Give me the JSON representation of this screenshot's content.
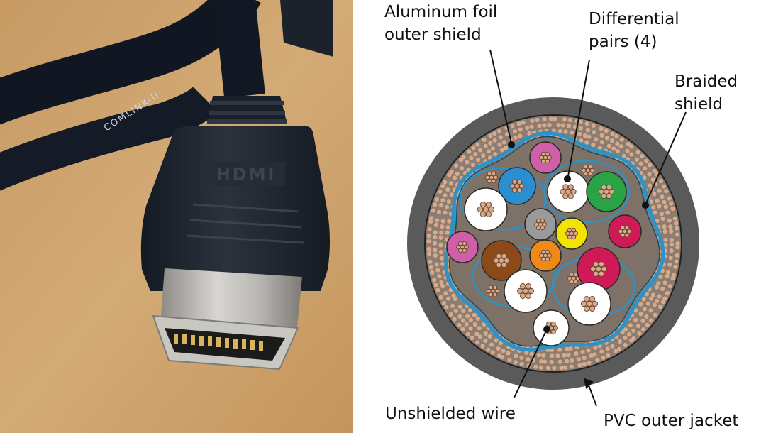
{
  "photo": {
    "connector_logo": "HDMI",
    "cable_print": "COMLINK-II"
  },
  "labels": {
    "foil_line1": "Aluminum foil",
    "foil_line2": "outer shield",
    "diff_line1": "Differential",
    "diff_line2": "pairs (4)",
    "braid_line1": "Braided",
    "braid_line2": "shield",
    "unshielded": "Unshielded wire",
    "jacket": "PVC outer jacket"
  },
  "colors": {
    "jacket": "#5a5a5a",
    "braid": "#8a7d72",
    "copper": "#d9a98a",
    "foil": "#2a93c9",
    "pink": "#cf5fa8",
    "blue": "#2a8fd0",
    "green": "#2aa346",
    "grey": "#9a9a9a",
    "yellow": "#f3e300",
    "red": "#d01a57",
    "orange": "#f08a16",
    "brown": "#8b4a18",
    "white": "#ffffff"
  }
}
